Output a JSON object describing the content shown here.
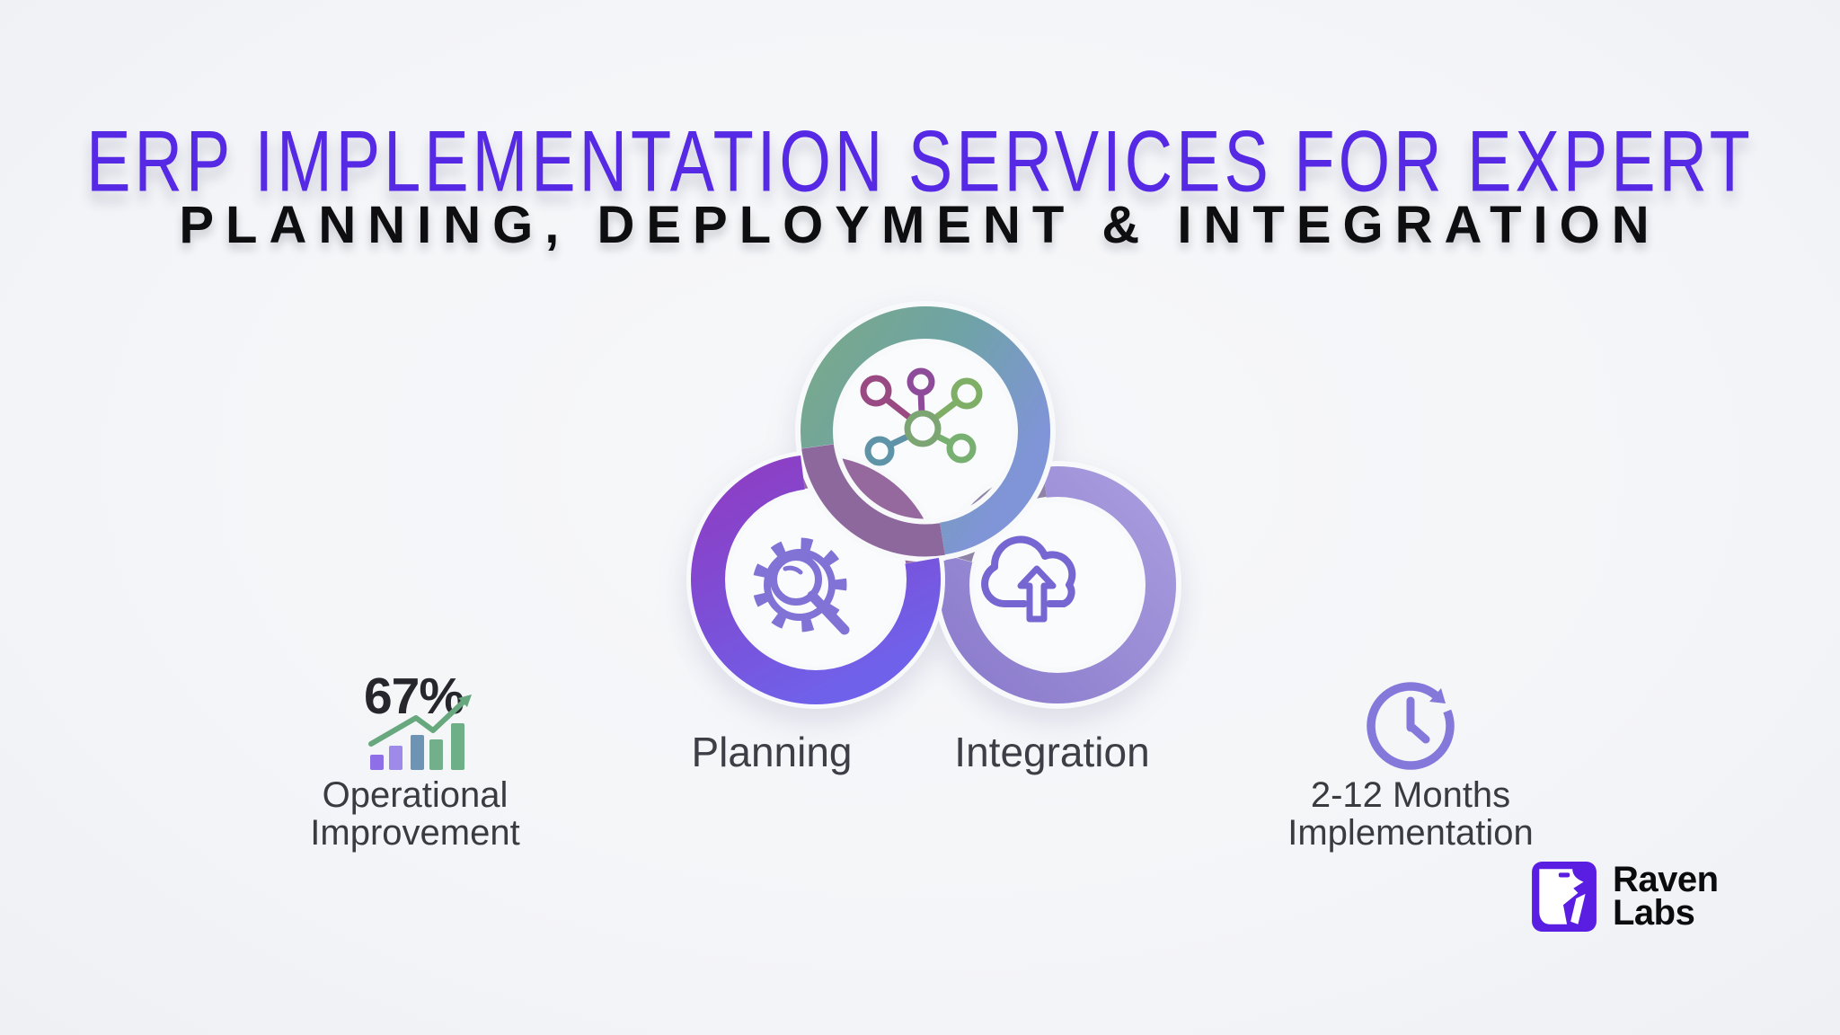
{
  "header": {
    "title": "ERP IMPLEMENTATION SERVICES FOR EXPERT",
    "subtitle": "PLANNING, DEPLOYMENT & INTEGRATION"
  },
  "diagram": {
    "planning_label": "Planning",
    "integration_label": "Integration",
    "icons": {
      "top_ring": "network-hub-icon",
      "left_ring": "gear-magnifier-icon",
      "right_ring": "cloud-upload-icon"
    }
  },
  "stats": {
    "operational": {
      "value": "67%",
      "line1": "Operational",
      "line2": "Improvement",
      "icon": "bar-chart-growth-icon"
    },
    "timeline": {
      "line1": "2-12 Months",
      "line2": "Implementation",
      "icon": "clock-cycle-icon"
    }
  },
  "logo": {
    "line1": "Raven",
    "line2": "Labs",
    "icon": "raven-mark-icon"
  },
  "colors": {
    "background": "#f5f6f8",
    "title": "#5629e4",
    "subtitle": "#0e0e11",
    "ring_top_gradient": [
      "#79a98a",
      "#6fa3a6",
      "#8094d8"
    ],
    "ring_left_gradient": [
      "#8d3ec4",
      "#7061ea"
    ],
    "ring_right_gradient": [
      "#a99cde",
      "#8b7bcc"
    ],
    "label_text": "#3e3e46",
    "logo_purple": "#5a1ee3",
    "logo_text": "#0c0c0e",
    "growth_green": "#68a87e",
    "icon_purple": "#8172d6"
  }
}
